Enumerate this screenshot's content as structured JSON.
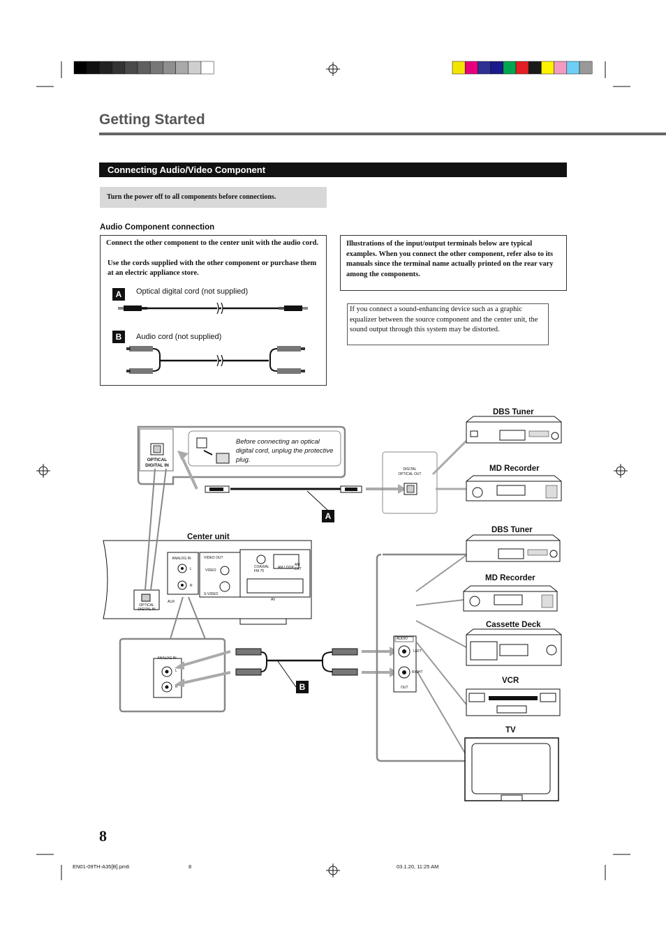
{
  "page": {
    "title": "Getting Started",
    "page_number": "8"
  },
  "colors": {
    "title_gray": "#555555",
    "section_bar": "#111111",
    "note_gray": "#d8d8d8",
    "grayscale_bar": [
      "#000000",
      "#111111",
      "#222222",
      "#333333",
      "#4a4a4a",
      "#5f5f5f",
      "#777777",
      "#8f8f8f",
      "#a9a9a9",
      "#cfcfcf",
      "#ffffff"
    ],
    "color_bar": [
      "#f2e600",
      "#e6007e",
      "#2e3192",
      "#1a1a8c",
      "#00a651",
      "#e31e24",
      "#1a1a1a",
      "#fff200",
      "#f49ac1",
      "#6dcff6",
      "#999999"
    ]
  },
  "section": {
    "heading": "Connecting Audio/Video Component",
    "power_note": "Turn the power off to all components before connections."
  },
  "audio_connection": {
    "heading": "Audio Component connection",
    "box_line1": "Connect the other component to the center unit with the audio cord.",
    "box_line2": "Use the cords supplied with the other component or purchase them at an electric appliance store.",
    "cord_a_badge": "A",
    "cord_a_label": "Optical digital cord (not supplied)",
    "cord_b_badge": "B",
    "cord_b_label": "Audio cord (not supplied)"
  },
  "illustrations_note": "Illustrations of the input/output terminals below are typical examples. When you connect the other component, refer also to its manuals since the terminal name actually printed on the rear vary among the components.",
  "equalizer_note": "If you connect a sound-enhancing device such as a graphic equalizer between the source component and the center unit, the sound output through this system may be distorted.",
  "diagram": {
    "protective_plug_note": "Before connecting an optical digital cord, unplug the protective plug.",
    "optical_in_label": "OPTICAL DIGITAL IN",
    "optical_out_label": "DIGITAL OPTICAL OUT",
    "center_unit_label": "Center unit",
    "panel_analog_in": "ANALOG IN",
    "panel_video_out": "VIDEO OUT",
    "panel_video": "VIDEO",
    "panel_svideo": "S-VIDEO",
    "panel_aux": "AUX",
    "panel_av": "AV",
    "panel_coaxial": "COAXIAL FM 75",
    "panel_am_loop": "AM LOOP",
    "panel_am_ext": "AM EXT",
    "panel_optical": "OPTICAL DIGITAL IN",
    "panel_l": "L",
    "panel_r": "R",
    "zoom_analog_in": "ANALOG IN",
    "zoom_l": "L",
    "zoom_r": "R",
    "audio_out_title": "AUDIO",
    "audio_out_left": "LEFT",
    "audio_out_right": "RIGHT",
    "audio_out_bottom": "OUT",
    "badge_a": "A",
    "badge_b": "B",
    "devices_top": [
      "DBS Tuner",
      "MD Recorder"
    ],
    "devices_bottom": [
      "DBS Tuner",
      "MD Recorder",
      "Cassette Deck",
      "VCR",
      "TV"
    ]
  },
  "footer": {
    "file": "EN01-09TH-A35[B].pm6",
    "page": "8",
    "date": "03.1.20, 11:25 AM"
  }
}
